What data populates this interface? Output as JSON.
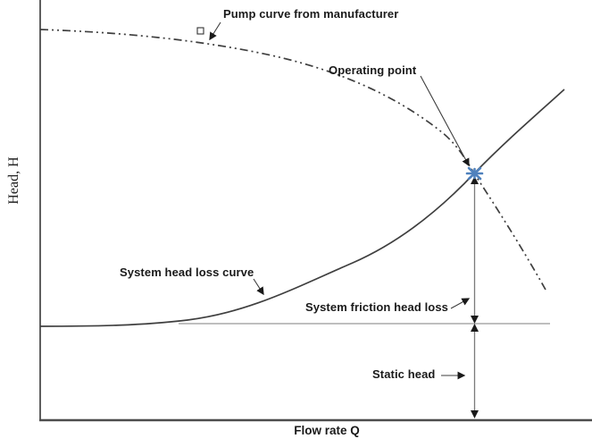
{
  "figure": {
    "ylabel": "Head, H",
    "xlabel": "Flow rate Q",
    "annotations": {
      "pump_curve": "Pump curve from manufacturer",
      "operating_point": "Operating point",
      "system_curve": "System head loss curve",
      "friction_loss": "System friction head loss",
      "static_head": "Static head"
    },
    "colors": {
      "curve": "#3f3f3f",
      "axis": "#4d4d4d",
      "operating_point_marker": "#4f81bd",
      "static_head_line": "#a8a8a8",
      "measurement_line": "#7a7a7a",
      "annotation_arrow": "#3c3c3c"
    }
  },
  "chart_data": {
    "type": "line",
    "title": "Pump curve vs system head loss curve with operating point",
    "xlabel": "Flow rate Q",
    "ylabel": "Head, H",
    "axis_note": "Axes are unscaled (no ticks or numeric labels); values below are estimated percentages of each axis range",
    "xlim": [
      0,
      100
    ],
    "ylim": [
      0,
      100
    ],
    "grid": false,
    "tick_labels": "none",
    "legend_position": "none",
    "series": [
      {
        "name": "Pump curve from manufacturer",
        "line_style": "dash-dot-dot",
        "points": [
          [
            0,
            93
          ],
          [
            15,
            92
          ],
          [
            30,
            90
          ],
          [
            45,
            85
          ],
          [
            51,
            82
          ],
          [
            60,
            75
          ],
          [
            67,
            69
          ],
          [
            74,
            63
          ],
          [
            79,
            59
          ],
          [
            85,
            50
          ],
          [
            88,
            43
          ],
          [
            91,
            31
          ]
        ]
      },
      {
        "name": "System head loss curve",
        "line_style": "solid",
        "points": [
          [
            0,
            22
          ],
          [
            10,
            22
          ],
          [
            21,
            23
          ],
          [
            28,
            25
          ],
          [
            35,
            27
          ],
          [
            41,
            29
          ],
          [
            50,
            33
          ],
          [
            57,
            37
          ],
          [
            67,
            47
          ],
          [
            74,
            53
          ],
          [
            79,
            59
          ],
          [
            87,
            68
          ],
          [
            95,
            79
          ]
        ]
      }
    ],
    "operating_point": {
      "x": 79,
      "y": 59,
      "marker": "blue asterisk"
    },
    "static_head_level": 23,
    "friction_head_loss_at_operating_point": 36
  }
}
